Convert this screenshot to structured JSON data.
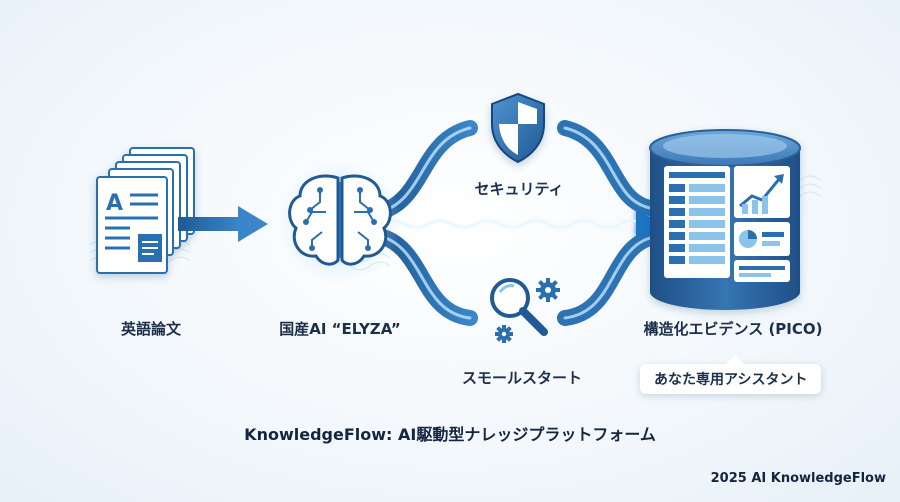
{
  "nodes": {
    "source": {
      "label": "英語論文",
      "icon": "document-stack-icon"
    },
    "ai": {
      "label": "国産AI “ELYZA”",
      "icon": "brain-circuit-icon"
    },
    "output": {
      "label": "構造化エビデンス (PICO)",
      "icon": "database-dashboard-icon",
      "callout": "あなた専用アシスタント"
    }
  },
  "features": [
    {
      "label": "セキュリティ",
      "icon": "shield-icon"
    },
    {
      "label": "スモールスタート",
      "icon": "magnifier-gears-icon"
    }
  ],
  "tagline": "KnowledgeFlow: AI駆動型ナレッジプラットフォーム",
  "copyright": "2025 AI KnowledgeFlow",
  "colors": {
    "primary": "#2a6fb0",
    "dark": "#1c3f6e",
    "light": "#8cc3ea",
    "text": "#1c2f4a",
    "glow": "#58b6f2"
  }
}
